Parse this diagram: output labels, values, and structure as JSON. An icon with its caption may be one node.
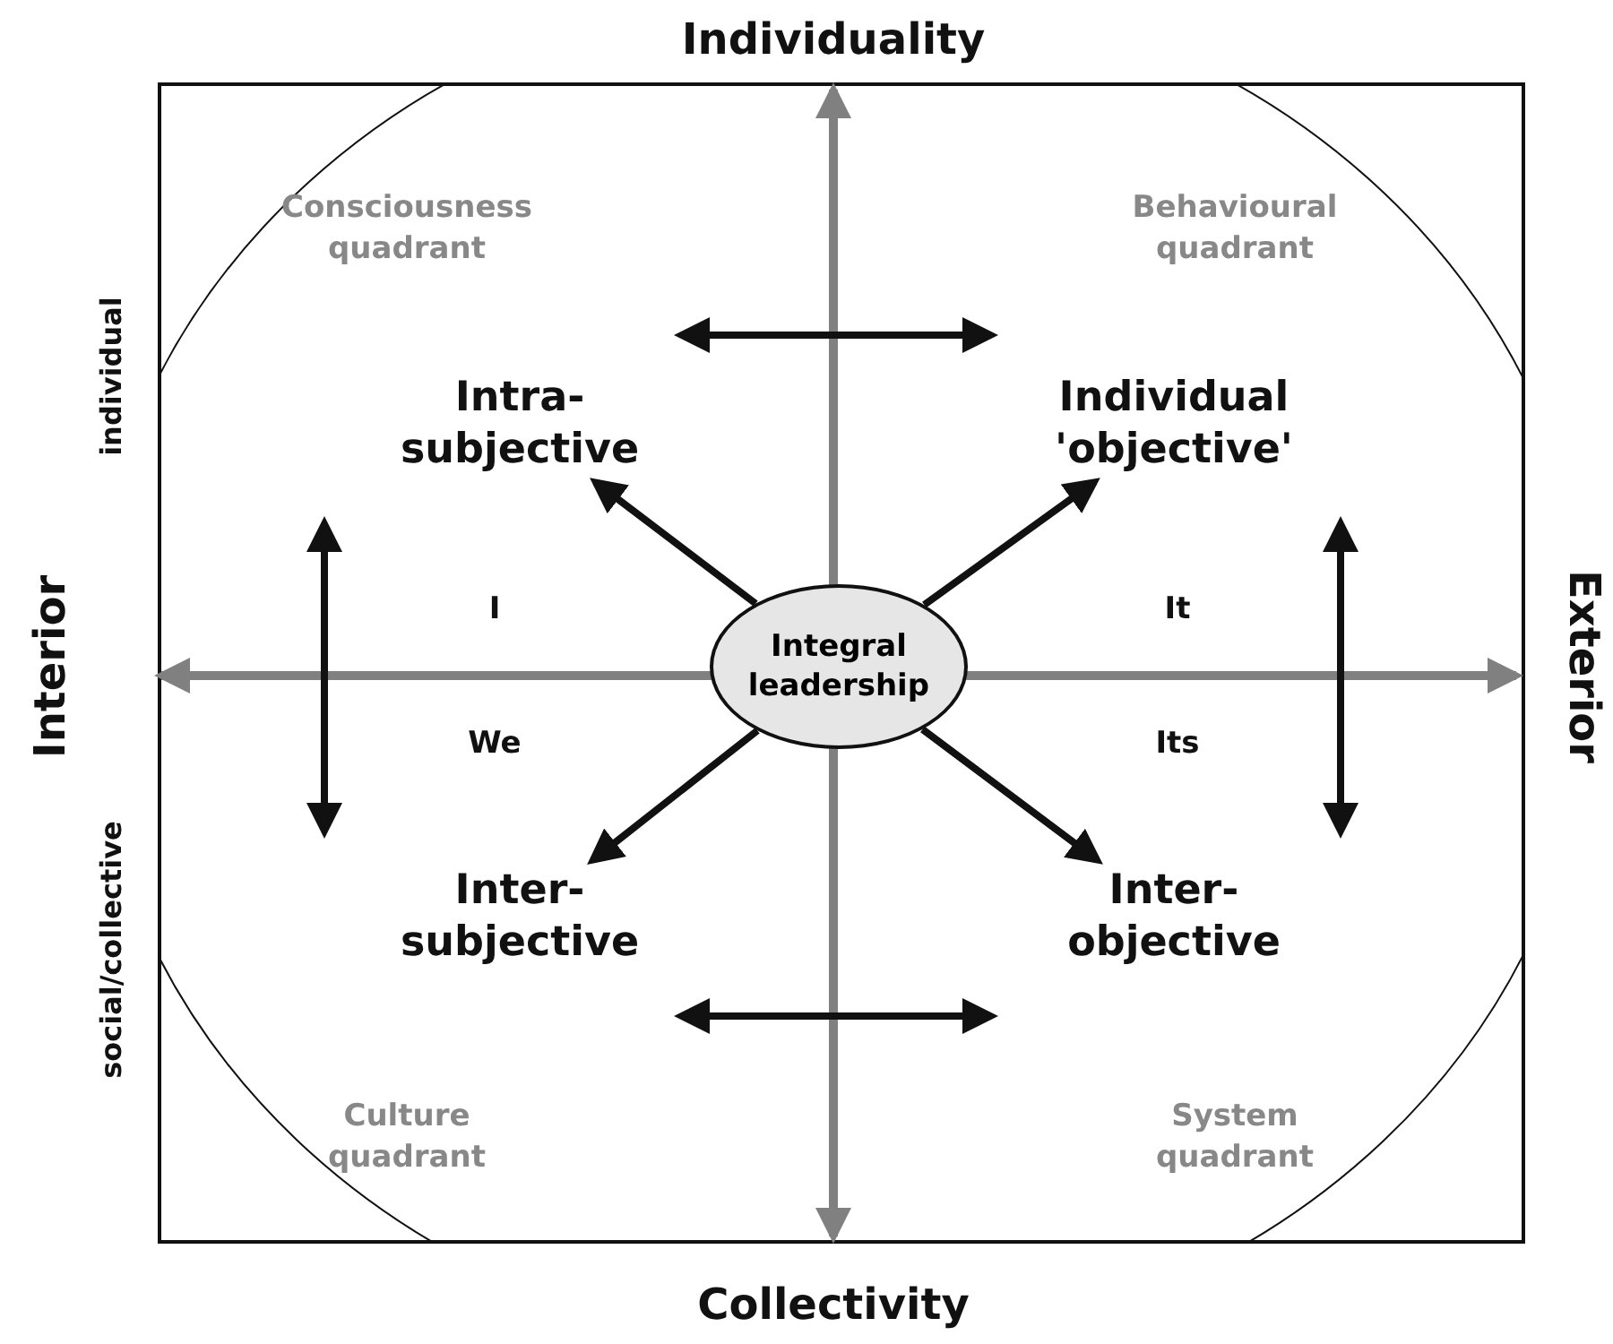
{
  "diagram": {
    "nodes": [
      {
        "text": [
          "Integral leadership"
        ]
      },
      {
        "text": [
          "Intra-subjective"
        ]
      },
      {
        "text": [
          "Individual 'objective'"
        ]
      },
      {
        "text": [
          "Inter-subjective"
        ]
      },
      {
        "text": [
          "Inter-objective"
        ]
      }
    ],
    "edges": [
      {
        "from": 0,
        "to": 1,
        "arrow": "to"
      },
      {
        "from": 0,
        "to": 2,
        "arrow": "to"
      },
      {
        "from": 0,
        "to": 3,
        "arrow": "to"
      },
      {
        "from": 0,
        "to": 4,
        "arrow": "to"
      }
    ],
    "labels": [
      "Individuality",
      "Consciousness quadrant",
      "Behavioural quadrant",
      "individual",
      "Interior",
      "I",
      "It",
      "Exterior",
      "We",
      "Its",
      "social/collective",
      "Culture quadrant",
      "System quadrant",
      "Collectivity"
    ]
  }
}
